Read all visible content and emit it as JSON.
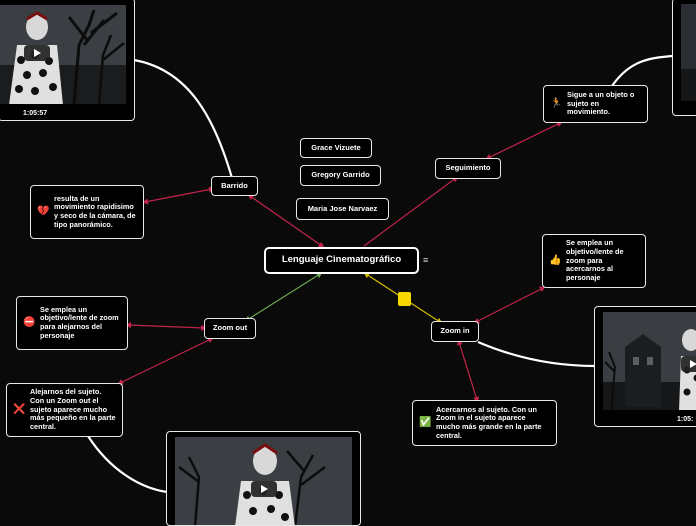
{
  "title": "Lenguaje Cinematográfico",
  "authors": [
    "Grace Vizuete",
    "Gregory Garrido",
    "Maria Jose Narvaez"
  ],
  "menu_glyph": "≡",
  "colors": {
    "background": "#0a0a0a",
    "link_red": "#c2244b",
    "link_green": "#6aa84f",
    "link_yellow": "#d4b800",
    "handle": "#f7d800"
  },
  "branches": {
    "barrido": "Barrido",
    "seguimiento": "Seguimiento",
    "zoom_out": "Zoom out",
    "zoom_in": "Zoom in"
  },
  "notes": {
    "barrido": {
      "icon": "heart-icon",
      "emoji": "💔",
      "text": "resulta de un movimiento rapidisimo y seco de la cámara, de tipo panorámico."
    },
    "seguimiento": {
      "icon": "runner-icon",
      "emoji": "🏃",
      "text": "Sigue a un objeto o sujeto en movimiento."
    },
    "zoom_in_def": {
      "icon": "thumbs-up-icon",
      "emoji": "👍",
      "text": "Se emplea un objetivo/lente de zoom para acercarnos al personaje"
    },
    "zoom_in_effect": {
      "icon": "check-icon",
      "emoji": "✅",
      "text": "Acercarnos al sujeto. Con un Zoom in el sujeto aparece mucho más grande en la parte central."
    },
    "zoom_out_def": {
      "icon": "prohibited-icon",
      "emoji": "⛔",
      "text": "Se emplea un objetivo/lente de zoom para alejarnos del personaje"
    },
    "zoom_out_effect": {
      "icon": "cross-icon",
      "emoji": "❌",
      "text": "Alejarnos del sujeto. Con un Zoom out el sujeto aparece mucho más pequeño en la parte central."
    }
  },
  "videos": {
    "top_left": {
      "duration": "1:05:57"
    },
    "right_mid": {
      "duration": "1:05:"
    },
    "top_right": {
      "duration": ""
    },
    "bottom": {
      "duration": ""
    }
  }
}
